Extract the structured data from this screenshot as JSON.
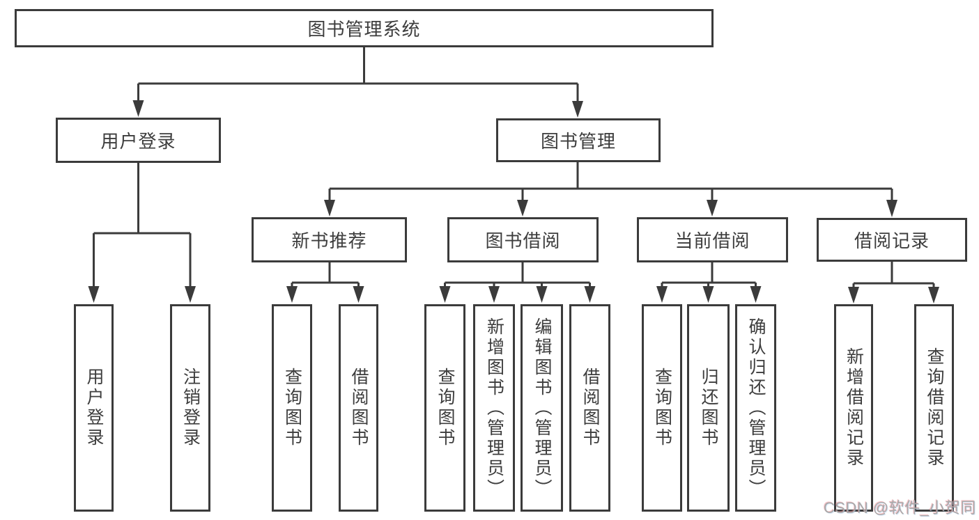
{
  "colors": {
    "line": "#3b3b3b",
    "text": "#3d3d3d",
    "watermark": "#a9a9a9",
    "background": "#ffffff"
  },
  "root": {
    "label": "图书管理系统"
  },
  "level2": {
    "user_login": {
      "label": "用户登录"
    },
    "book_mgmt": {
      "label": "图书管理"
    }
  },
  "level3": {
    "new_books": {
      "label": "新书推荐"
    },
    "borrowing": {
      "label": "图书借阅"
    },
    "current": {
      "label": "当前借阅"
    },
    "records": {
      "label": "借阅记录"
    }
  },
  "leaves": {
    "user_login": "用户登录",
    "logout": "注销登录",
    "nb_query": "查询图书",
    "nb_borrow": "借阅图书",
    "bb_query": "查询图书",
    "bb_add": "新增图书（管理员）",
    "bb_edit": "编辑图书（管理员）",
    "bb_borrow": "借阅图书",
    "cb_query": "查询图书",
    "cb_return": "归还图书",
    "cb_confirm": "确认归还（管理员）",
    "br_add": "新增借阅记录",
    "br_query": "查询借阅记录"
  },
  "watermark": "CSDN @软件_小贺同学"
}
